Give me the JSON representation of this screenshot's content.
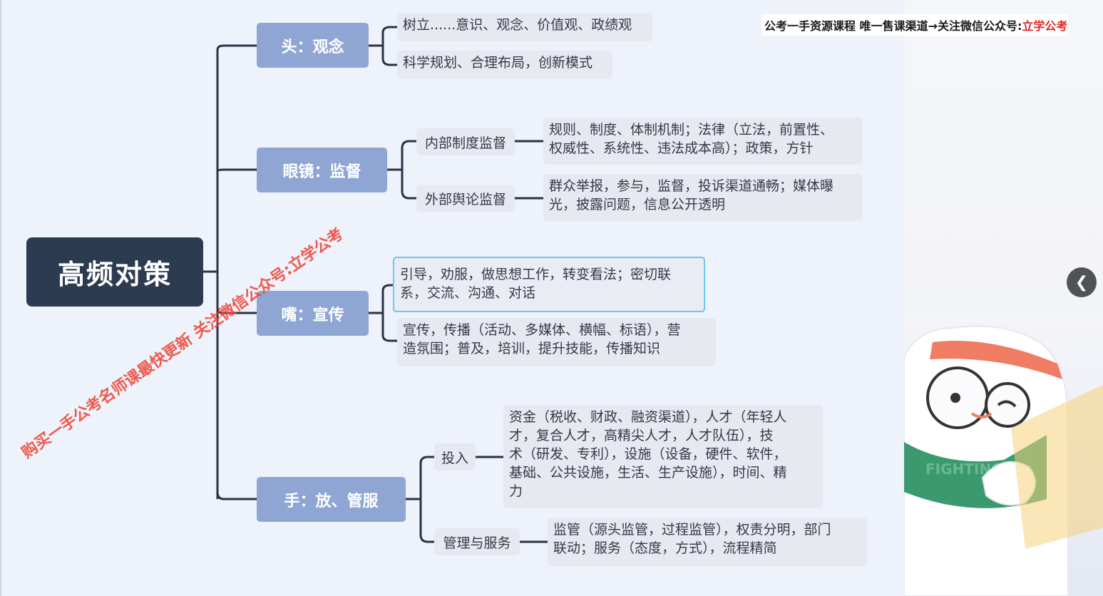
{
  "banner": {
    "prefix": "公考一手资源课程 唯一售课渠道→关注微信公众号:",
    "brand": "立学公考"
  },
  "watermark": "购买一手公考名师课最快更新 关注微信公众号:立学公考",
  "mascot_text": "FIGHTING",
  "colors": {
    "root": "#2d3b50",
    "branch": "#8fa6d4",
    "leaf": "#e6e9f0",
    "edge": "#2a3344",
    "selected": "#6cc6ee",
    "accent_red": "#e32424"
  },
  "mindmap": {
    "root": "高频对策",
    "branches": [
      {
        "label": "头：观念",
        "leaves": [
          "树立......意识、观念、价值观、政绩观",
          "科学规划、合理布局，创新模式"
        ]
      },
      {
        "label": "眼镜：监督",
        "subs": [
          {
            "label": "内部制度监督",
            "leaf": "规则、制度、体制机制；法律（立法，前置性、\n权威性、系统性、违法成本高）；政策，方针"
          },
          {
            "label": "外部舆论监督",
            "leaf": "群众举报，参与，监督，投诉渠道通畅；媒体曝\n光，披露问题，信息公开透明"
          }
        ]
      },
      {
        "label": "嘴：宣传",
        "leaves": [
          "引导，劝服，做思想工作，转变看法；密切联\n系，交流、沟通、对话",
          "宣传，传播（活动、多媒体、横幅、标语），营\n造氛围；普及，培训，提升技能，传播知识"
        ]
      },
      {
        "label": "手：放、管服",
        "subs": [
          {
            "label": "投入",
            "leaf": "资金（税收、财政、融资渠道），人才（年轻人\n才，复合人才，高精尖人才，人才队伍），技\n术（研发、专利），设施（设备，硬件、软件，\n基础、公共设施，生活、生产设施），时间、精\n力"
          },
          {
            "label": "管理与服务",
            "leaf": "监管（源头监管，过程监管），权责分明，部门\n联动；服务（态度，方式），流程精简"
          }
        ]
      }
    ]
  }
}
